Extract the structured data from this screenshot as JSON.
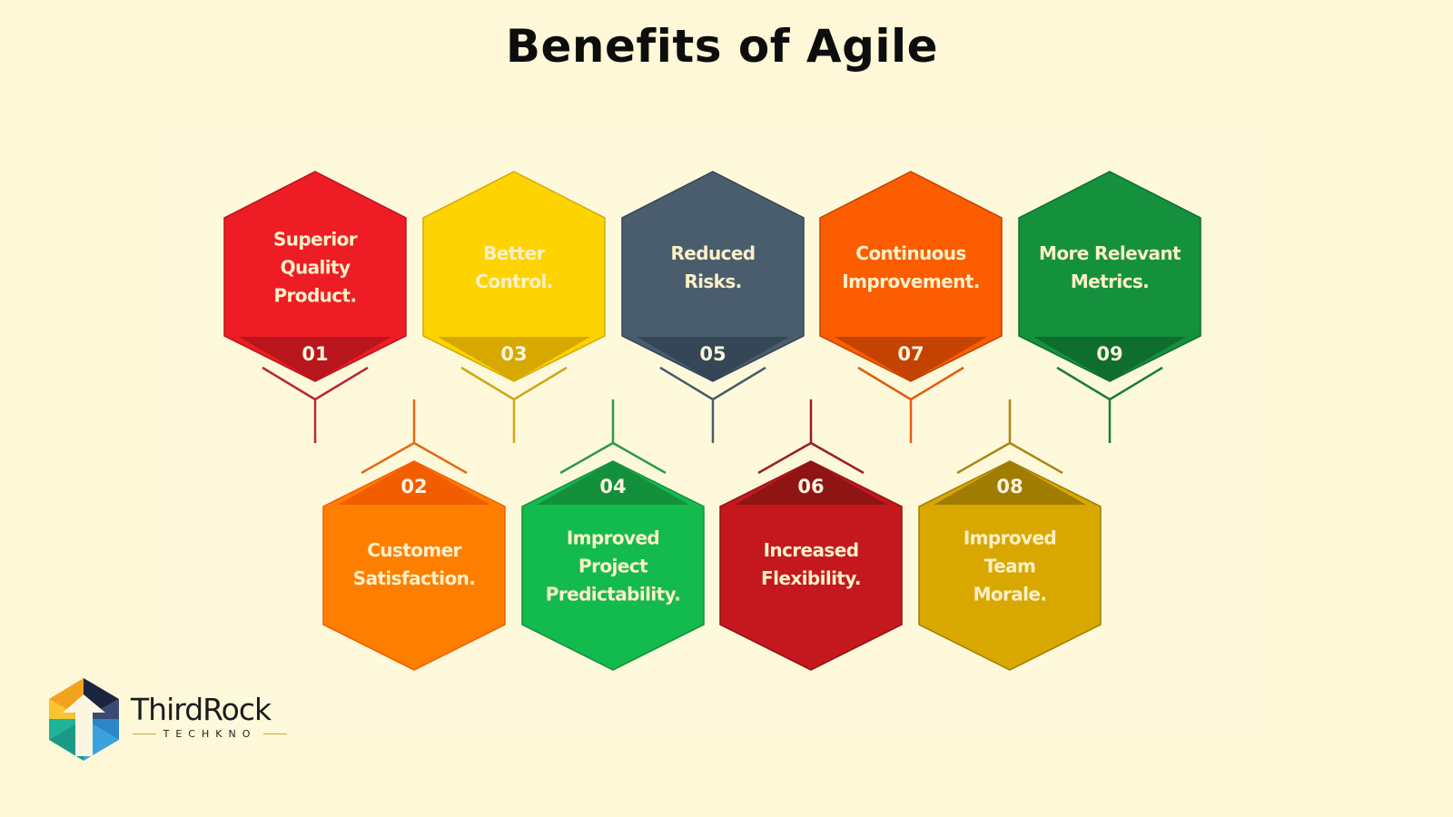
{
  "title": "Benefits of Agile",
  "benefits": [
    {
      "number": "01",
      "label": "Superior Quality Product.",
      "lines": [
        "Superior",
        "Quality",
        "Product."
      ],
      "color": "#ee1c25",
      "band_color": "#b8161c",
      "row": "top"
    },
    {
      "number": "02",
      "label": "Customer Satisfaction.",
      "lines": [
        "Customer",
        "Satisfaction."
      ],
      "color": "#fe7f00",
      "band_color": "#f25d00",
      "row": "bottom"
    },
    {
      "number": "03",
      "label": "Better Control.",
      "lines": [
        "Better",
        "Control."
      ],
      "color": "#fdd300",
      "band_color": "#d6a800",
      "row": "top"
    },
    {
      "number": "04",
      "label": "Improved Project Predictability.",
      "lines": [
        "Improved",
        "Project",
        "Predictability."
      ],
      "color": "#13bb4f",
      "band_color": "#14903d",
      "row": "bottom"
    },
    {
      "number": "05",
      "label": "Reduced Risks.",
      "lines": [
        "Reduced",
        "Risks."
      ],
      "color": "#4a5d6d",
      "band_color": "#354656",
      "row": "top"
    },
    {
      "number": "06",
      "label": "Increased Flexibility.",
      "lines": [
        "Increased",
        "Flexibility."
      ],
      "color": "#c4181e",
      "band_color": "#8f1414",
      "row": "bottom"
    },
    {
      "number": "07",
      "label": "Continuous Improvement.",
      "lines": [
        "Continuous",
        "Improvement."
      ],
      "color": "#fb5d00",
      "band_color": "#c44300",
      "row": "top"
    },
    {
      "number": "08",
      "label": "Improved Team Morale.",
      "lines": [
        "Improved",
        "Team",
        "Morale."
      ],
      "color": "#d9a800",
      "band_color": "#a07c00",
      "row": "bottom"
    },
    {
      "number": "09",
      "label": "More Relevant Metrics.",
      "lines": [
        "More Relevant",
        "Metrics."
      ],
      "color": "#15913d",
      "band_color": "#0f6e2d",
      "row": "top"
    }
  ],
  "connector_colors": [
    "#b8283b",
    "#e26a14",
    "#cfa814",
    "#2f9a48",
    "#4a5d6d",
    "#9a1e1e",
    "#e05d12",
    "#a88814",
    "#1c7c3c"
  ],
  "logo": {
    "brand": "ThirdRock",
    "tagline": "TECHKNO"
  }
}
